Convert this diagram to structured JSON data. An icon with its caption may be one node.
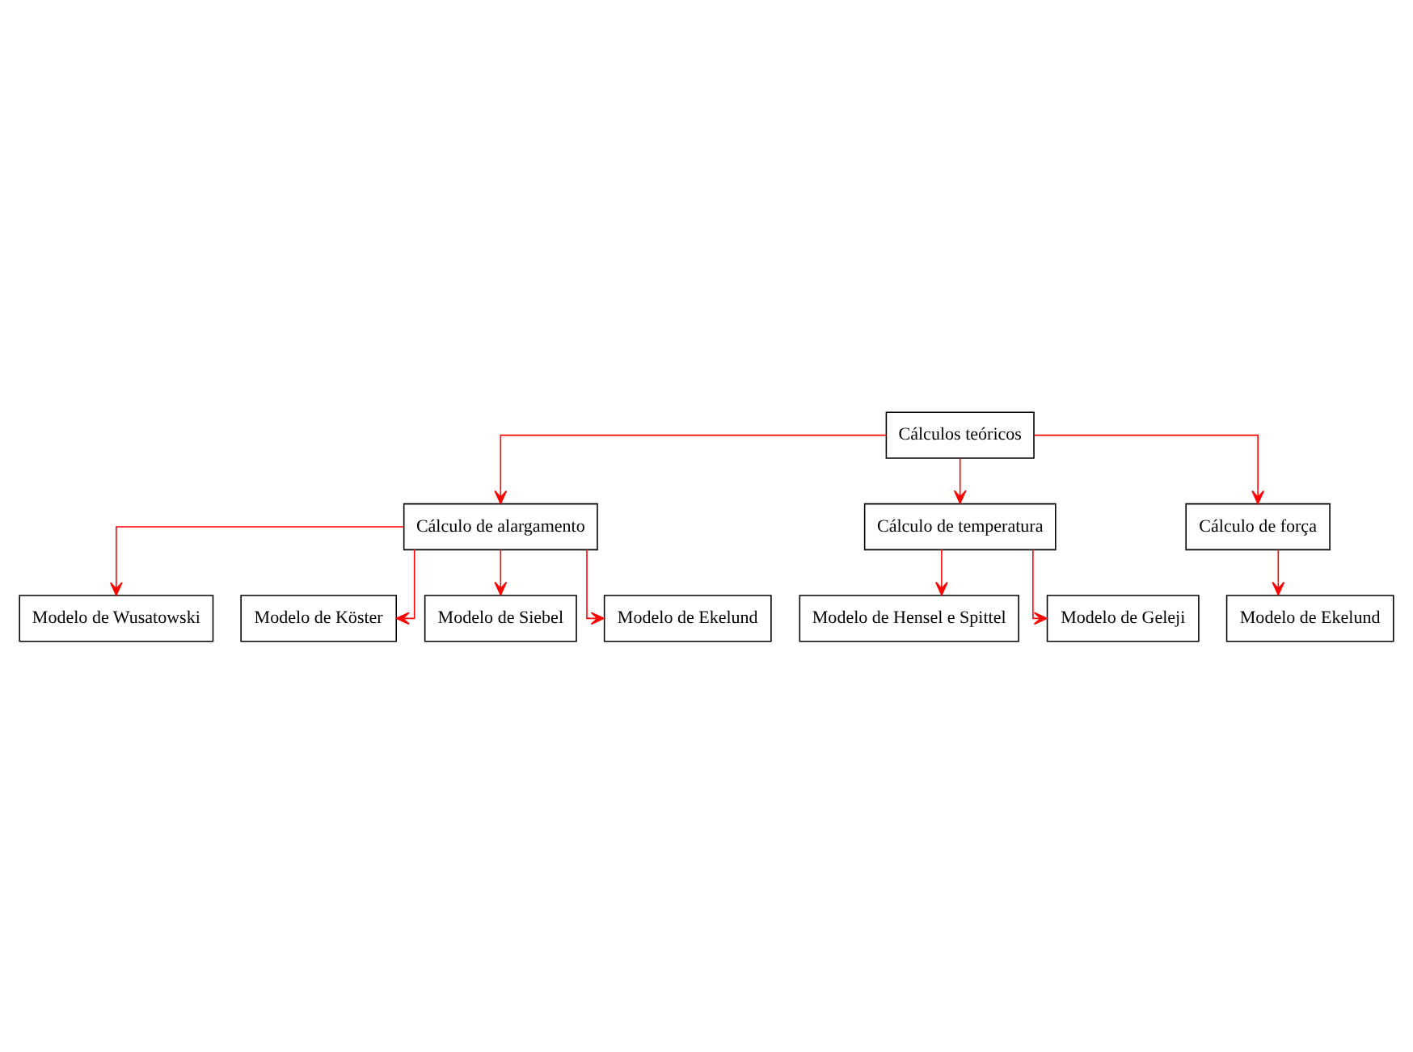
{
  "diagram": {
    "nodes": [
      {
        "text": [
          "Cálculos teóricos"
        ]
      },
      {
        "text": [
          "Cálculo de alargamento"
        ]
      },
      {
        "text": [
          "Cálculo de temperatura"
        ]
      },
      {
        "text": [
          "Cálculo de força"
        ]
      },
      {
        "text": [
          "Modelo de Wusatowski"
        ]
      },
      {
        "text": [
          "Modelo de Köster"
        ]
      },
      {
        "text": [
          "Modelo de Siebel"
        ]
      },
      {
        "text": [
          "Modelo de Ekelund"
        ]
      },
      {
        "text": [
          "Modelo de Hensel e Spittel"
        ]
      },
      {
        "text": [
          "Modelo de Geleji"
        ]
      },
      {
        "text": [
          "Modelo de Ekelund"
        ]
      }
    ],
    "edges": [
      {
        "from": 0,
        "to": 1,
        "arrow": "to"
      },
      {
        "from": 0,
        "to": 2,
        "arrow": "to"
      },
      {
        "from": 0,
        "to": 3,
        "arrow": "to"
      },
      {
        "from": 1,
        "to": 4,
        "arrow": "to"
      },
      {
        "from": 1,
        "to": 5,
        "arrow": "to"
      },
      {
        "from": 1,
        "to": 6,
        "arrow": "to"
      },
      {
        "from": 1,
        "to": 7,
        "arrow": "to"
      },
      {
        "from": 2,
        "to": 8,
        "arrow": "to"
      },
      {
        "from": 2,
        "to": 9,
        "arrow": "to"
      },
      {
        "from": 3,
        "to": 10,
        "arrow": "to"
      }
    ]
  }
}
